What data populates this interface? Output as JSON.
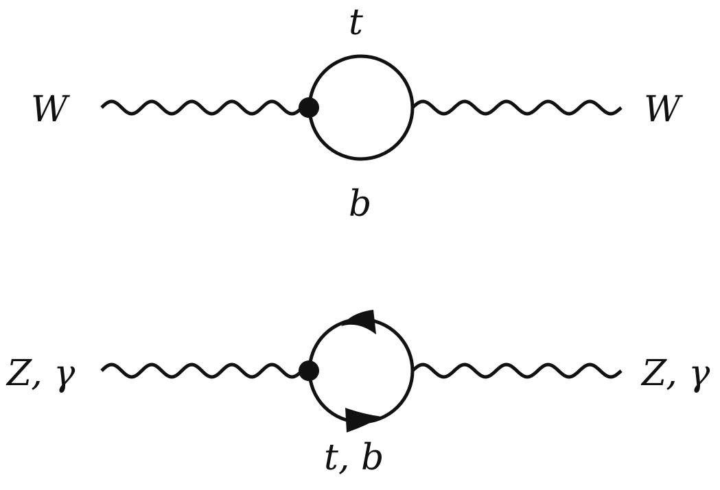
{
  "diagrams": [
    {
      "left_label": "W",
      "right_label": "W",
      "top_label": "t",
      "bottom_label": "b"
    },
    {
      "left_label": "Z, γ",
      "right_label": "Z, γ",
      "bottom_label": "t, b"
    }
  ],
  "colors": {
    "ink": "#111111",
    "background": "#ffffff"
  }
}
